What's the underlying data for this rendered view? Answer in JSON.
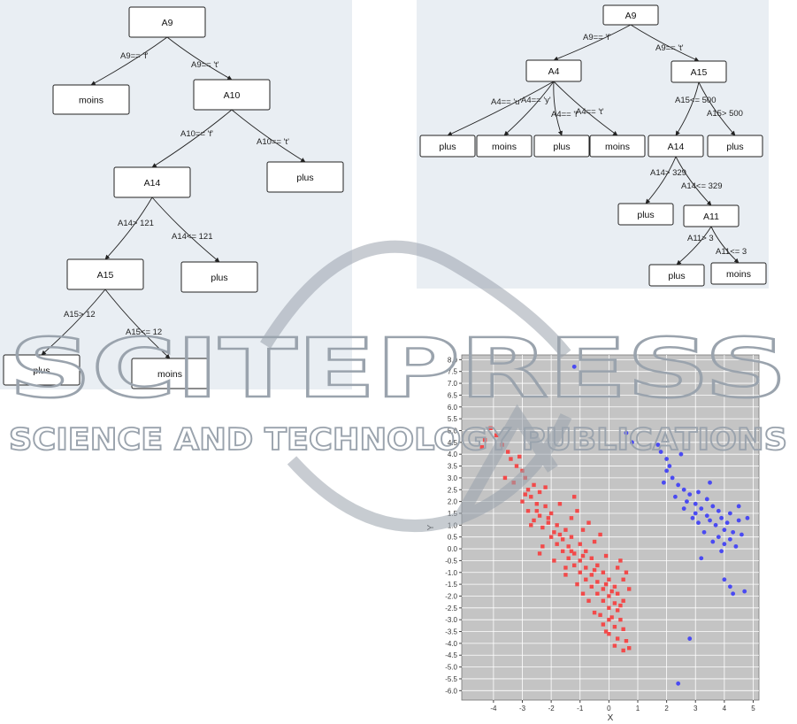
{
  "tree_left": {
    "nodes": [
      {
        "id": "A9",
        "label": "A9"
      },
      {
        "id": "moins1",
        "label": "moins"
      },
      {
        "id": "A10",
        "label": "A10"
      },
      {
        "id": "A14",
        "label": "A14"
      },
      {
        "id": "plus1",
        "label": "plus"
      },
      {
        "id": "A15",
        "label": "A15"
      },
      {
        "id": "plus2",
        "label": "plus"
      },
      {
        "id": "plus3",
        "label": "plus"
      },
      {
        "id": "moins2",
        "label": "moins"
      }
    ],
    "edges": [
      {
        "from": "A9",
        "to": "moins1",
        "label": "A9== 'f'"
      },
      {
        "from": "A9",
        "to": "A10",
        "label": "A9== 't'"
      },
      {
        "from": "A10",
        "to": "A14",
        "label": "A10== 'f'"
      },
      {
        "from": "A10",
        "to": "plus1",
        "label": "A10== 't'"
      },
      {
        "from": "A14",
        "to": "A15",
        "label": "A14> 121"
      },
      {
        "from": "A14",
        "to": "plus2",
        "label": "A14<= 121"
      },
      {
        "from": "A15",
        "to": "plus3",
        "label": "A15> 12"
      },
      {
        "from": "A15",
        "to": "moins2",
        "label": "A15<= 12"
      }
    ]
  },
  "tree_right": {
    "nodes": [
      {
        "id": "A9",
        "label": "A9"
      },
      {
        "id": "A4",
        "label": "A4"
      },
      {
        "id": "A15",
        "label": "A15"
      },
      {
        "id": "p1",
        "label": "plus"
      },
      {
        "id": "m1",
        "label": "moins"
      },
      {
        "id": "p2",
        "label": "plus"
      },
      {
        "id": "m2",
        "label": "moins"
      },
      {
        "id": "A14",
        "label": "A14"
      },
      {
        "id": "p3",
        "label": "plus"
      },
      {
        "id": "p4",
        "label": "plus"
      },
      {
        "id": "A11",
        "label": "A11"
      },
      {
        "id": "p5",
        "label": "plus"
      },
      {
        "id": "m3",
        "label": "moins"
      }
    ],
    "edges": [
      {
        "from": "A9",
        "to": "A4",
        "label": "A9== 'f'"
      },
      {
        "from": "A9",
        "to": "A15",
        "label": "A9== 't'"
      },
      {
        "from": "A4",
        "to": "p1",
        "label": "A4== 'u'"
      },
      {
        "from": "A4",
        "to": "m1",
        "label": "A4== 'y'"
      },
      {
        "from": "A4",
        "to": "p2",
        "label": "A4== 'l'"
      },
      {
        "from": "A4",
        "to": "m2",
        "label": "A4== 't'"
      },
      {
        "from": "A15",
        "to": "A14",
        "label": "A15<= 500"
      },
      {
        "from": "A15",
        "to": "p3",
        "label": "A15> 500"
      },
      {
        "from": "A14",
        "to": "p4",
        "label": "A14> 329"
      },
      {
        "from": "A14",
        "to": "A11",
        "label": "A14<= 329"
      },
      {
        "from": "A11",
        "to": "p5",
        "label": "A11> 3"
      },
      {
        "from": "A11",
        "to": "m3",
        "label": "A11<= 3"
      }
    ]
  },
  "watermark": {
    "line1": "SCITEPRESS",
    "line2": "SCIENCE AND TECHNOLOGY PUBLICATIONS"
  },
  "chart_data": {
    "type": "scatter",
    "xlabel": "X",
    "ylabel": "Y",
    "xlim": [
      -5.1,
      5.2
    ],
    "ylim": [
      -6.4,
      8.2
    ],
    "x_ticks": [
      -4,
      -3,
      -2,
      -1,
      0,
      1,
      2,
      3,
      4,
      5
    ],
    "y_ticks": [
      8.0,
      7.5,
      7.0,
      6.5,
      6.0,
      5.5,
      5.0,
      4.5,
      4.0,
      3.5,
      3.0,
      2.5,
      2.0,
      1.5,
      1.0,
      0.5,
      0.0,
      -0.5,
      -1.0,
      -1.5,
      -2.0,
      -2.5,
      -3.0,
      -3.5,
      -4.0,
      -4.5,
      -5.0,
      -5.5,
      -6.0
    ],
    "x_tick_labels": [
      "-4",
      "-3",
      "-2",
      "-1",
      "0",
      "1",
      "2",
      "3",
      "4",
      "5"
    ],
    "y_tick_labels": [
      "8.0",
      "7.5",
      "7.0",
      "6.5",
      "6.0",
      "5.5",
      "5.0",
      "4.5",
      "4.0",
      "3.5",
      "3.0",
      "2.5",
      "2.0",
      "1.5",
      "1.0",
      "0.5",
      "0.0",
      "-0.5",
      "-1.0",
      "-1.5",
      "-2.0",
      "-2.5",
      "-3.0",
      "-3.5",
      "-4.0",
      "-4.5",
      "-5.0",
      "-5.5",
      "-6.0"
    ],
    "grid": true,
    "series": [
      {
        "color": "#f24a4a",
        "marker": "square",
        "points": [
          [
            -4.1,
            5.1
          ],
          [
            -3.9,
            4.8
          ],
          [
            -4.3,
            4.6
          ],
          [
            -3.7,
            4.4
          ],
          [
            -4.4,
            4.3
          ],
          [
            -3.5,
            4.1
          ],
          [
            -3.4,
            3.8
          ],
          [
            -3.2,
            3.5
          ],
          [
            -3.0,
            3.3
          ],
          [
            -2.9,
            3.0
          ],
          [
            -2.6,
            2.7
          ],
          [
            -3.3,
            2.8
          ],
          [
            -2.8,
            2.5
          ],
          [
            -2.4,
            2.4
          ],
          [
            -2.7,
            2.2
          ],
          [
            -3.0,
            2.0
          ],
          [
            -2.5,
            1.9
          ],
          [
            -2.2,
            1.8
          ],
          [
            -2.8,
            1.6
          ],
          [
            -2.4,
            1.4
          ],
          [
            -2.0,
            1.5
          ],
          [
            -2.6,
            1.2
          ],
          [
            -2.1,
            1.1
          ],
          [
            -1.8,
            1.0
          ],
          [
            -2.3,
            0.9
          ],
          [
            -1.9,
            0.7
          ],
          [
            -1.5,
            0.8
          ],
          [
            -2.0,
            0.5
          ],
          [
            -1.6,
            0.4
          ],
          [
            -1.3,
            0.5
          ],
          [
            -1.8,
            0.2
          ],
          [
            -1.4,
            0.1
          ],
          [
            -1.0,
            0.2
          ],
          [
            -1.6,
            -0.1
          ],
          [
            -1.2,
            -0.2
          ],
          [
            -0.8,
            -0.1
          ],
          [
            -1.4,
            -0.4
          ],
          [
            -1.0,
            -0.5
          ],
          [
            -0.6,
            -0.4
          ],
          [
            -1.2,
            -0.7
          ],
          [
            -0.8,
            -0.8
          ],
          [
            -0.4,
            -0.7
          ],
          [
            -1.0,
            -1.0
          ],
          [
            -0.6,
            -1.1
          ],
          [
            -0.2,
            -1.0
          ],
          [
            -0.8,
            -1.3
          ],
          [
            -0.4,
            -1.4
          ],
          [
            0.0,
            -1.3
          ],
          [
            -0.6,
            -1.6
          ],
          [
            -0.2,
            -1.7
          ],
          [
            0.2,
            -1.6
          ],
          [
            -0.4,
            -1.9
          ],
          [
            0.0,
            -2.0
          ],
          [
            0.3,
            -1.9
          ],
          [
            -0.2,
            -2.2
          ],
          [
            0.2,
            -2.3
          ],
          [
            0.5,
            -2.2
          ],
          [
            0.0,
            -2.5
          ],
          [
            0.3,
            -2.6
          ],
          [
            -0.3,
            -2.8
          ],
          [
            0.1,
            -2.9
          ],
          [
            0.4,
            -3.0
          ],
          [
            -0.2,
            -3.2
          ],
          [
            0.2,
            -3.3
          ],
          [
            0.5,
            -3.4
          ],
          [
            0.0,
            -3.6
          ],
          [
            0.3,
            -3.8
          ],
          [
            0.6,
            -3.9
          ],
          [
            0.2,
            -4.1
          ],
          [
            0.5,
            -4.3
          ],
          [
            0.7,
            -4.2
          ],
          [
            -2.2,
            2.6
          ],
          [
            -1.7,
            1.9
          ],
          [
            -1.3,
            1.3
          ],
          [
            -0.9,
            0.8
          ],
          [
            -0.5,
            0.3
          ],
          [
            -0.1,
            -0.3
          ],
          [
            0.3,
            -0.8
          ],
          [
            0.5,
            -1.3
          ],
          [
            0.7,
            -1.7
          ],
          [
            -2.9,
            2.3
          ],
          [
            -2.5,
            1.6
          ],
          [
            -2.1,
            1.3
          ],
          [
            -1.7,
            0.6
          ],
          [
            -1.3,
            -0.1
          ],
          [
            -0.9,
            -0.3
          ],
          [
            -0.5,
            -0.9
          ],
          [
            -0.1,
            -1.5
          ],
          [
            0.1,
            -1.8
          ],
          [
            0.4,
            -2.4
          ],
          [
            -1.1,
            1.6
          ],
          [
            -0.7,
            1.1
          ],
          [
            -1.5,
            -0.8
          ],
          [
            -1.1,
            -1.5
          ],
          [
            -0.7,
            -2.2
          ],
          [
            -0.9,
            -1.9
          ],
          [
            -2.4,
            -0.2
          ],
          [
            -1.9,
            -0.5
          ],
          [
            -2.3,
            0.1
          ],
          [
            -0.3,
            0.6
          ],
          [
            0.4,
            -0.5
          ],
          [
            0.6,
            -1.0
          ],
          [
            -1.2,
            2.2
          ],
          [
            -3.6,
            3.0
          ],
          [
            -3.1,
            3.9
          ],
          [
            -2.7,
            1.0
          ],
          [
            -1.5,
            -1.1
          ],
          [
            -0.5,
            -2.7
          ],
          [
            -0.1,
            -3.5
          ],
          [
            0.0,
            -3.0
          ]
        ]
      },
      {
        "color": "#4a4af2",
        "marker": "circle",
        "points": [
          [
            -1.2,
            7.7
          ],
          [
            0.6,
            4.9
          ],
          [
            0.8,
            4.5
          ],
          [
            1.7,
            4.4
          ],
          [
            1.8,
            4.1
          ],
          [
            2.0,
            3.8
          ],
          [
            2.5,
            4.0
          ],
          [
            2.0,
            3.3
          ],
          [
            2.2,
            3.0
          ],
          [
            1.9,
            2.8
          ],
          [
            2.4,
            2.7
          ],
          [
            2.6,
            2.5
          ],
          [
            2.3,
            2.2
          ],
          [
            2.8,
            2.3
          ],
          [
            3.1,
            2.4
          ],
          [
            2.7,
            2.0
          ],
          [
            3.0,
            1.9
          ],
          [
            3.4,
            2.1
          ],
          [
            3.2,
            1.7
          ],
          [
            3.6,
            1.8
          ],
          [
            3.0,
            1.5
          ],
          [
            3.4,
            1.4
          ],
          [
            3.8,
            1.6
          ],
          [
            3.5,
            1.2
          ],
          [
            3.9,
            1.3
          ],
          [
            4.2,
            1.5
          ],
          [
            3.7,
            1.0
          ],
          [
            4.1,
            1.1
          ],
          [
            4.5,
            1.2
          ],
          [
            4.0,
            0.8
          ],
          [
            4.3,
            0.7
          ],
          [
            3.8,
            0.5
          ],
          [
            4.2,
            0.4
          ],
          [
            4.6,
            0.6
          ],
          [
            4.0,
            0.2
          ],
          [
            4.4,
            0.1
          ],
          [
            3.9,
            -0.1
          ],
          [
            3.6,
            0.3
          ],
          [
            3.3,
            0.7
          ],
          [
            3.1,
            1.1
          ],
          [
            2.9,
            1.3
          ],
          [
            2.6,
            1.7
          ],
          [
            4.8,
            1.3
          ],
          [
            4.5,
            1.8
          ],
          [
            3.2,
            -0.4
          ],
          [
            4.0,
            -1.3
          ],
          [
            4.2,
            -1.6
          ],
          [
            4.3,
            -1.9
          ],
          [
            4.7,
            -1.8
          ],
          [
            2.8,
            -3.8
          ],
          [
            2.4,
            -5.7
          ],
          [
            3.5,
            2.8
          ],
          [
            2.1,
            3.5
          ]
        ]
      }
    ]
  }
}
